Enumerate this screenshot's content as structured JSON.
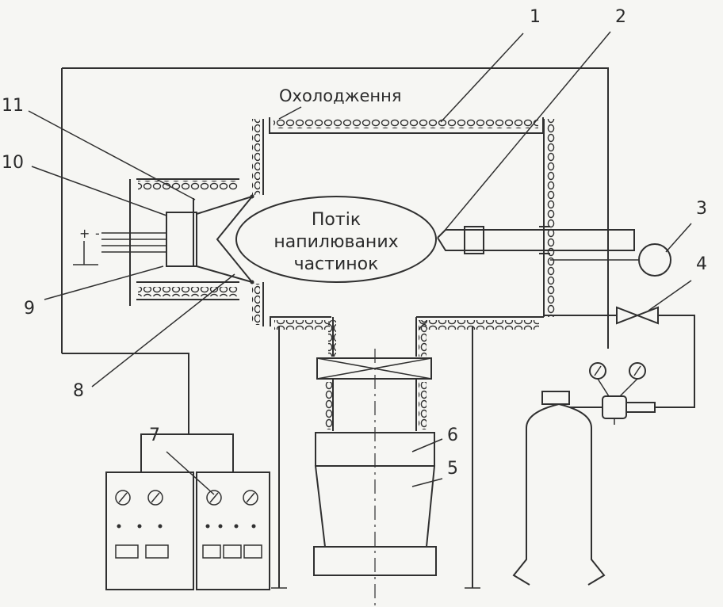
{
  "cooling_label": "Охолодження",
  "stream_label": [
    "Потік",
    "напилюваних",
    "частинок"
  ],
  "polarity": {
    "plus": "+",
    "minus": "-"
  },
  "callouts": [
    "1",
    "2",
    "3",
    "4",
    "5",
    "6",
    "7",
    "8",
    "9",
    "10",
    "11"
  ]
}
